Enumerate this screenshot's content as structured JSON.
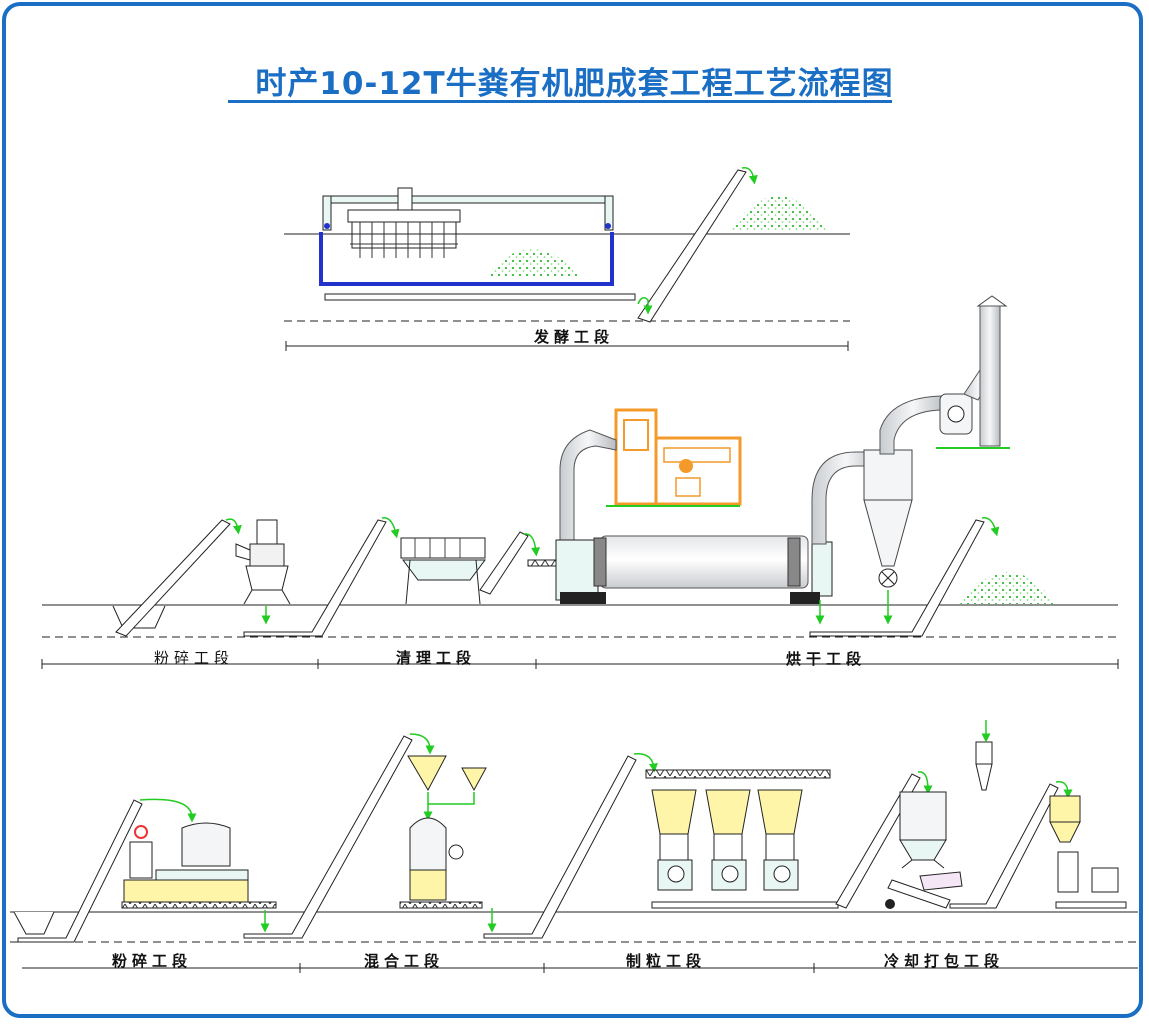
{
  "title": "时产10-12T牛粪有机肥成套工程工艺流程图",
  "sections": {
    "fermentation": "发酵工段",
    "crushing_1": "粉碎工段",
    "cleaning": "清理工段",
    "drying": "烘干工段",
    "crushing_2": "粉碎工段",
    "mixing": "混合工段",
    "granulating": "制粒工段",
    "cooling_packing": "冷却打包工段"
  },
  "colors": {
    "border": "#1a6fc4",
    "title": "#1a6fc4",
    "conveyor_arrow": "#22cc22",
    "fermentation_tank": "#2233cc",
    "furnace": "#f39a2a",
    "bin_fill": "#fff5a8"
  }
}
